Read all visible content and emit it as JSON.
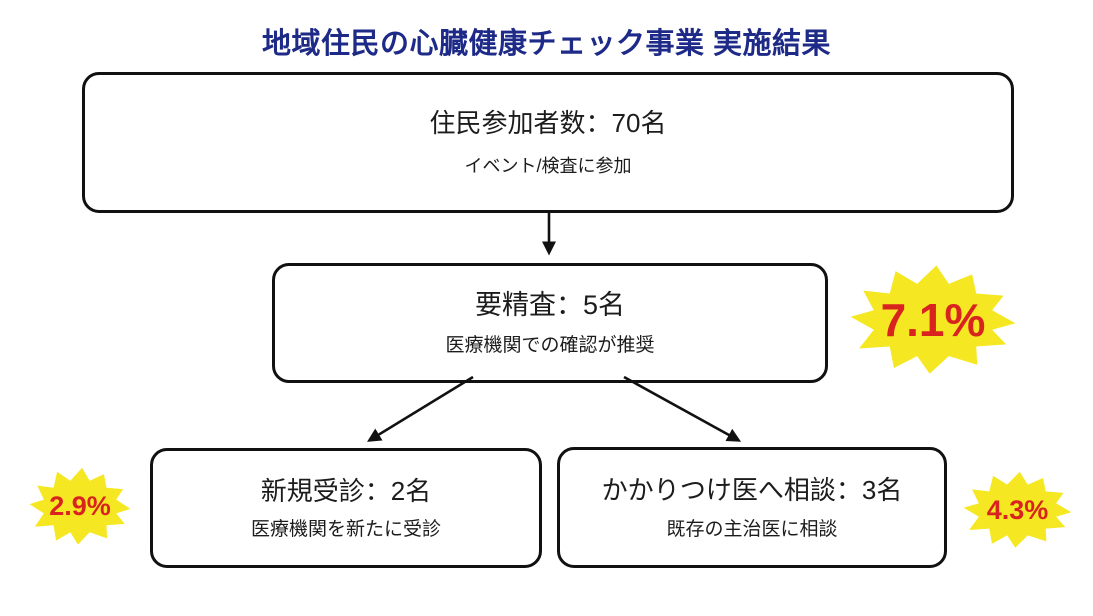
{
  "title": "地域住民の心臓健康チェック事業 実施結果",
  "colors": {
    "title_text": "#1e2a87",
    "badge_fill": "#f5e822",
    "badge_text": "#d8231f",
    "box_border": "#111111",
    "box_text": "#1c1c1c"
  },
  "flow": {
    "participants": {
      "main": "住民参加者数：70名",
      "sub": "イベント/検査に参加"
    },
    "needs_detailed_exam": {
      "main": "要精査：5名",
      "sub": "医療機関での確認が推奨",
      "rate": "7.1%"
    },
    "new_consultation": {
      "main": "新規受診：2名",
      "sub": "医療機関を新たに受診",
      "rate": "2.9%"
    },
    "family_doctor_consult": {
      "main": "かかりつけ医へ相談：3名",
      "sub": "既存の主治医に相談",
      "rate": "4.3%"
    }
  }
}
